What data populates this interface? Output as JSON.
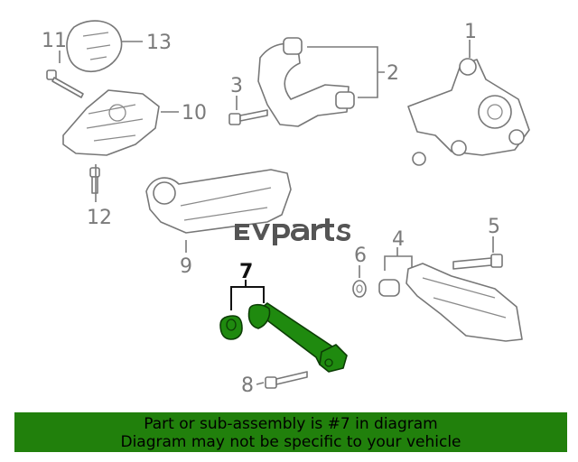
{
  "brand": {
    "name": "evparts",
    "colors": {
      "highlight_part": "#1f8a0f",
      "banner": "#21800c",
      "linework": "#777777"
    }
  },
  "callouts": [
    "1",
    "2",
    "3",
    "4",
    "5",
    "6",
    "7",
    "8",
    "9",
    "10",
    "11",
    "12",
    "13"
  ],
  "highlighted_callout": "7",
  "banner": {
    "line1": "Part or sub-assembly is #7 in diagram",
    "line2": "Diagram may not be specific to your vehicle"
  }
}
